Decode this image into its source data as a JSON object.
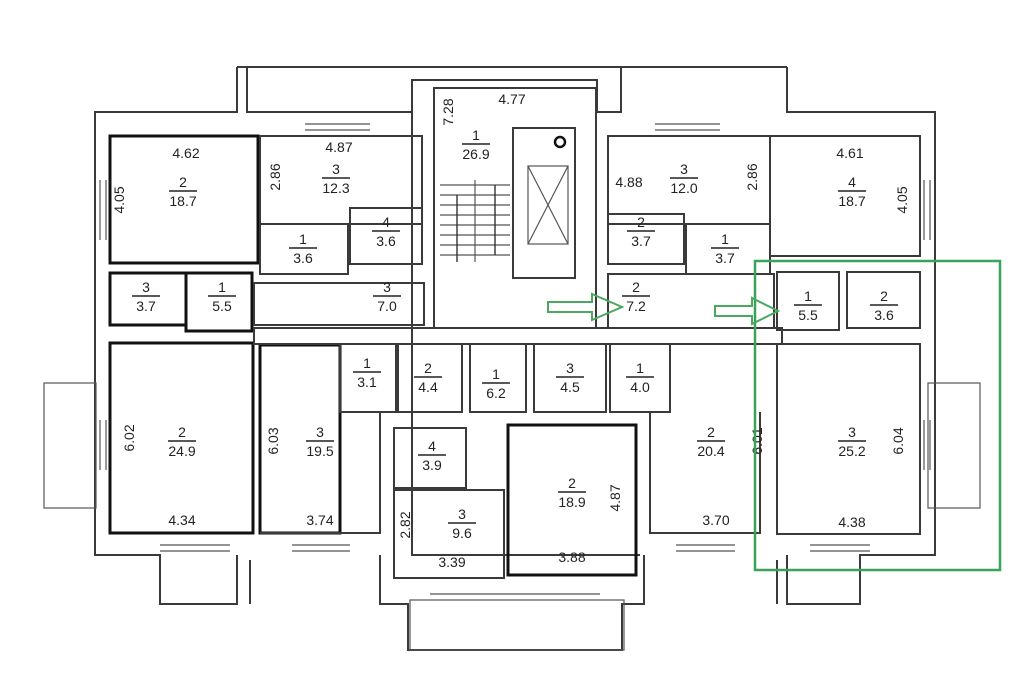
{
  "rooms": [
    {
      "id": "r-2-18-7-left",
      "num": "2",
      "area": "18.7"
    },
    {
      "id": "r-3-12-3",
      "num": "3",
      "area": "12.3"
    },
    {
      "id": "r-1-26-9",
      "num": "1",
      "area": "26.9"
    },
    {
      "id": "r-3-12-0",
      "num": "3",
      "area": "12.0"
    },
    {
      "id": "r-4-18-7-right",
      "num": "4",
      "area": "18.7"
    },
    {
      "id": "r-1-3-6",
      "num": "1",
      "area": "3.6"
    },
    {
      "id": "r-4-3-6",
      "num": "4",
      "area": "3.6"
    },
    {
      "id": "r-2-3-7",
      "num": "2",
      "area": "3.7"
    },
    {
      "id": "r-1-3-7",
      "num": "1",
      "area": "3.7"
    },
    {
      "id": "r-3-3-7",
      "num": "3",
      "area": "3.7"
    },
    {
      "id": "r-1-5-5-left",
      "num": "1",
      "area": "5.5"
    },
    {
      "id": "r-3-7-0",
      "num": "3",
      "area": "7.0"
    },
    {
      "id": "r-2-7-2",
      "num": "2",
      "area": "7.2"
    },
    {
      "id": "r-1-5-5-right",
      "num": "1",
      "area": "5.5"
    },
    {
      "id": "r-2-3-6",
      "num": "2",
      "area": "3.6"
    },
    {
      "id": "r-1-3-1",
      "num": "1",
      "area": "3.1"
    },
    {
      "id": "r-2-4-4",
      "num": "2",
      "area": "4.4"
    },
    {
      "id": "r-1-6-2",
      "num": "1",
      "area": "6.2"
    },
    {
      "id": "r-3-4-5",
      "num": "3",
      "area": "4.5"
    },
    {
      "id": "r-1-4-0",
      "num": "1",
      "area": "4.0"
    },
    {
      "id": "r-2-24-9",
      "num": "2",
      "area": "24.9"
    },
    {
      "id": "r-3-19-5",
      "num": "3",
      "area": "19.5"
    },
    {
      "id": "r-4-3-9",
      "num": "4",
      "area": "3.9"
    },
    {
      "id": "r-2-18-9",
      "num": "2",
      "area": "18.9"
    },
    {
      "id": "r-2-20-4",
      "num": "2",
      "area": "20.4"
    },
    {
      "id": "r-3-25-2",
      "num": "3",
      "area": "25.2"
    },
    {
      "id": "r-3-9-6",
      "num": "3",
      "area": "9.6"
    }
  ],
  "dimensions": [
    {
      "id": "d-4-62",
      "text": "4.62"
    },
    {
      "id": "d-4-05-left",
      "text": "4.05"
    },
    {
      "id": "d-4-87-top",
      "text": "4.87"
    },
    {
      "id": "d-2-86-left",
      "text": "2.86"
    },
    {
      "id": "d-7-28",
      "text": "7.28"
    },
    {
      "id": "d-4-77",
      "text": "4.77"
    },
    {
      "id": "d-4-88",
      "text": "4.88"
    },
    {
      "id": "d-2-86-right",
      "text": "2.86"
    },
    {
      "id": "d-4-61",
      "text": "4.61"
    },
    {
      "id": "d-4-05-right",
      "text": "4.05"
    },
    {
      "id": "d-6-02",
      "text": "6.02"
    },
    {
      "id": "d-4-34",
      "text": "4.34"
    },
    {
      "id": "d-6-03",
      "text": "6.03"
    },
    {
      "id": "d-3-74",
      "text": "3.74"
    },
    {
      "id": "d-2-82",
      "text": "2.82"
    },
    {
      "id": "d-3-39",
      "text": "3.39"
    },
    {
      "id": "d-4-87-mid",
      "text": "4.87"
    },
    {
      "id": "d-3-88",
      "text": "3.88"
    },
    {
      "id": "d-6-01",
      "text": "6.01"
    },
    {
      "id": "d-3-70",
      "text": "3.70"
    },
    {
      "id": "d-6-04",
      "text": "6.04"
    },
    {
      "id": "d-4-38",
      "text": "4.38"
    }
  ],
  "colors": {
    "highlight": "#3aa35a",
    "arrow": "#4aa860",
    "wall": "#3a3a3a"
  }
}
